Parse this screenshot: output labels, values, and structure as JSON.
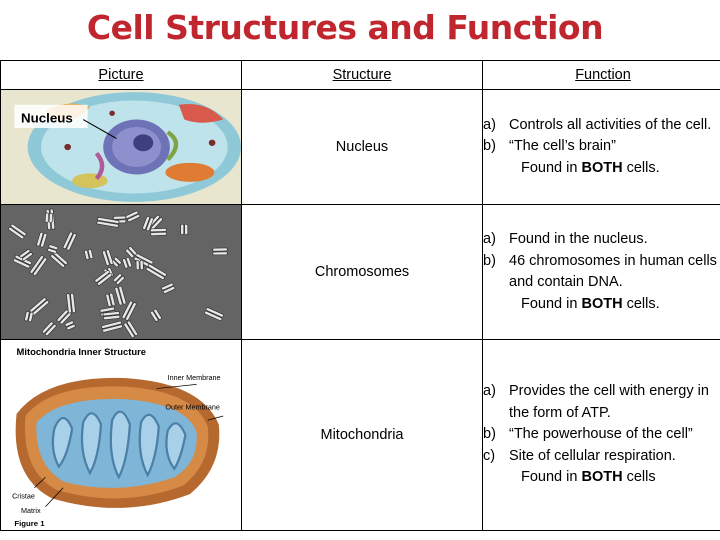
{
  "title": "Cell Structures and Function",
  "headers": {
    "picture": "Picture",
    "structure": "Structure",
    "function": "Function"
  },
  "rows": [
    {
      "structure": "Nucleus",
      "items": [
        {
          "label": "a)",
          "text": "Controls all activities of the cell."
        },
        {
          "label": "b)",
          "text": "“The cell’s brain”"
        }
      ],
      "found_prefix": "Found in ",
      "found_bold": "BOTH",
      "found_suffix": " cells."
    },
    {
      "structure": "Chromosomes",
      "items": [
        {
          "label": "a)",
          "text": "Found in the nucleus."
        },
        {
          "label": "b)",
          "text": "46 chromosomes in human cells and contain DNA."
        }
      ],
      "found_prefix": "Found in ",
      "found_bold": "BOTH",
      "found_suffix": " cells."
    },
    {
      "structure": "Mitochondria",
      "items": [
        {
          "label": "a)",
          "text": "Provides the cell with energy in the form of ATP."
        },
        {
          "label": "b)",
          "text": "“The powerhouse of the cell”"
        },
        {
          "label": "c)",
          "text": "Site of cellular respiration."
        }
      ],
      "found_prefix": "Found in ",
      "found_bold": "BOTH",
      "found_suffix": " cells"
    }
  ],
  "images": {
    "nucleus_label": "Nucleus",
    "mito_title": "Mitochondria Inner Structure",
    "mito_inner": "Inner Membrane",
    "mito_outer": "Outer Membrane",
    "mito_cristae": "Cristae",
    "mito_matrix": "Matrix",
    "mito_figure": "Figure 1"
  }
}
